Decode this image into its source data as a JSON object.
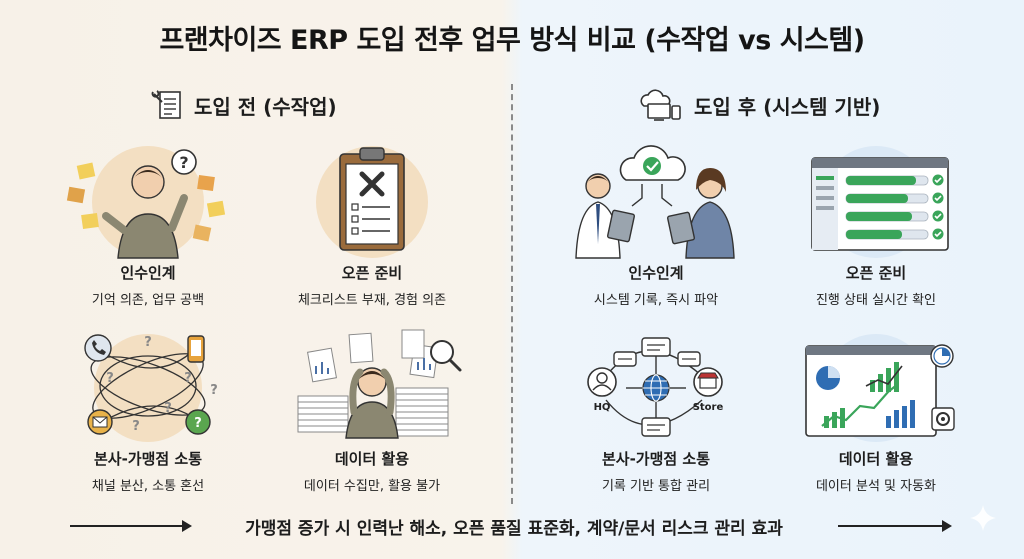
{
  "title": "프랜차이즈 ERP 도입 전후 업무 방식 비교 (수작업 vs 시스템)",
  "left": {
    "heading": "도입 전 (수작업)",
    "heading_icon": "document-wrench-icon",
    "cards": [
      {
        "title": "인수인계",
        "desc": "기억 의존, 업무 공백",
        "icon": "confused-person-sticky-notes-icon"
      },
      {
        "title": "오픈 준비",
        "desc": "체크리스트 부재, 경험 의존",
        "icon": "clipboard-x-icon"
      },
      {
        "title": "본사-가맹점 소통",
        "desc": "채널 분산, 소통 혼선",
        "icon": "tangled-channels-icon"
      },
      {
        "title": "데이터 활용",
        "desc": "데이터 수집만, 활용 불가",
        "icon": "overwhelmed-paper-stacks-icon"
      }
    ]
  },
  "right": {
    "heading": "도입 후 (시스템 기반)",
    "heading_icon": "cloud-devices-icon",
    "cards": [
      {
        "title": "인수인계",
        "desc": "시스템 기록, 즉시 파악",
        "icon": "cloud-sync-tablets-icon"
      },
      {
        "title": "오픈 준비",
        "desc": "진행 상태 실시간 확인",
        "icon": "progress-dashboard-icon"
      },
      {
        "title": "본사-가맹점 소통",
        "desc": "기록 기반 통합 관리",
        "icon": "hub-network-icon",
        "labels": {
          "hq": "HQ",
          "store": "Store"
        }
      },
      {
        "title": "데이터 활용",
        "desc": "데이터 분석 및 자동화",
        "icon": "analytics-dashboard-icon"
      }
    ]
  },
  "footer": "가맹점 증가 시 인력난 해소, 오픈 품질 표준화, 계약/문서 리스크 관리 효과",
  "colors": {
    "left_bg": "#f7f1e8",
    "right_bg": "#eaf3fb",
    "accent_green": "#3aa55a",
    "accent_blue": "#2f6db3"
  }
}
